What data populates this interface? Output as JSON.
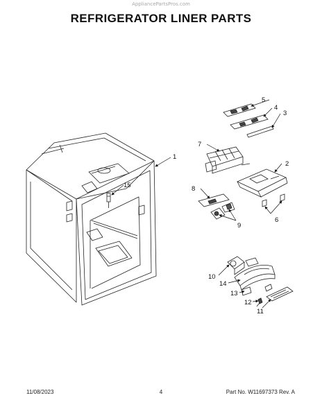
{
  "watermark": "AppliancePartsPros.com",
  "title": "REFRIGERATOR LINER PARTS",
  "callouts": {
    "c1": "1",
    "c2": "2",
    "c3": "3",
    "c4": "4",
    "c5": "5",
    "c6": "6",
    "c7": "7",
    "c8": "8",
    "c9": "9",
    "c10": "10",
    "c11": "11",
    "c12": "12",
    "c13": "13",
    "c14": "14",
    "c15": "15"
  },
  "footer": {
    "date": "11/08/2023",
    "page": "4",
    "part": "Part No. W11697373  Rev. A"
  }
}
